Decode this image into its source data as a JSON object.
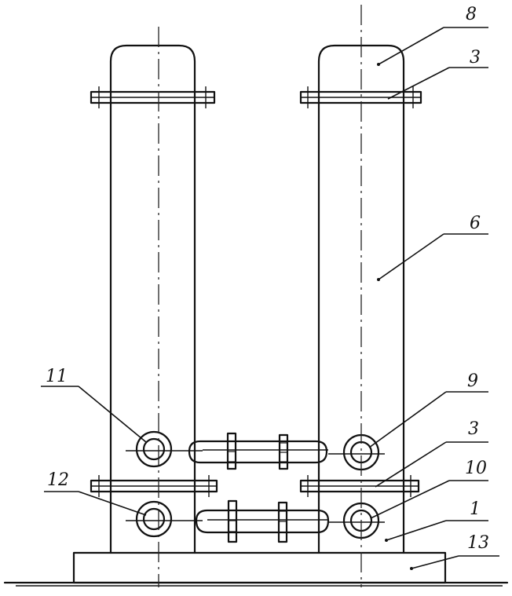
{
  "callouts": [
    {
      "id": "c8",
      "text": "8"
    },
    {
      "id": "c3a",
      "text": "3"
    },
    {
      "id": "c6",
      "text": "6"
    },
    {
      "id": "c9",
      "text": "9"
    },
    {
      "id": "c3b",
      "text": "3"
    },
    {
      "id": "c10",
      "text": "10"
    },
    {
      "id": "c1",
      "text": "1"
    },
    {
      "id": "c13",
      "text": "13"
    },
    {
      "id": "c11",
      "text": "11"
    },
    {
      "id": "c12",
      "text": "12"
    }
  ]
}
